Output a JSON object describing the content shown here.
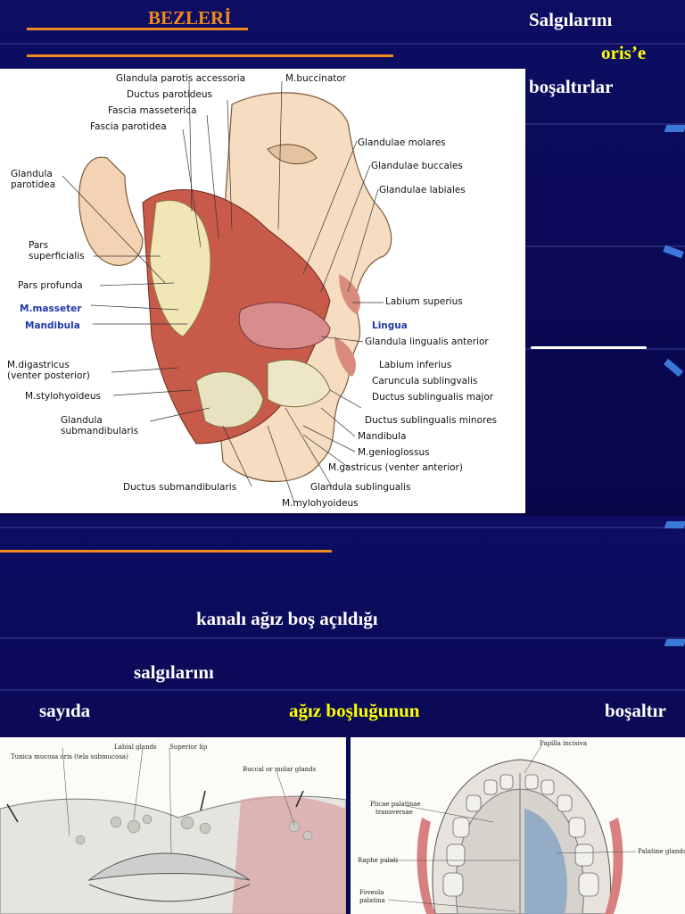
{
  "slide_top": {
    "title": "BEZLERİ",
    "right_line1": "Salgılarını",
    "right_line2": "oris’e",
    "right_line3": "boşaltırlar"
  },
  "figure_labels": {
    "parotis_accessoria": "Glandula parotis accessoria",
    "buccinator": "M.buccinator",
    "ductus_parotideus": "Ductus parotideus",
    "fascia_masseterica": "Fascia masseterica",
    "fascia_parotidea": "Fascia parotidea",
    "glandula_parotidea_1": "Glandula",
    "glandula_parotidea_2": "parotidea",
    "pars_superficialis_1": "Pars",
    "pars_superficialis_2": "superficialis",
    "pars_profunda": "Pars profunda",
    "masseter": "M.masseter",
    "mandibula_left": "Mandibula",
    "digastricus_1": "M.digastricus",
    "digastricus_2": "(venter posterior)",
    "stylohyoideus": "M.stylohyoideus",
    "submandibularis_1": "Glandula",
    "submandibularis_2": "submandibularis",
    "ductus_submandibularis": "Ductus submandibularis",
    "glandula_sublingualis": "Glandula sublingualis",
    "mylohyoideus": "M.mylohyoideus",
    "molares": "Glandulae molares",
    "buccales": "Glandulae buccales",
    "labiales": "Glandulae labiales",
    "labium_superius": "Labium superius",
    "lingua": "Lingua",
    "lingualis_anterior": "Glandula lingualis anterior",
    "labium_inferius": "Labium inferius",
    "caruncula": "Caruncula sublingvalis",
    "ductus_sub_major": "Ductus sublingualis major",
    "ductus_sub_minores": "Ductus sublingualis minores",
    "mandibula_right": "Mandibula",
    "genioglossus": "M.genioglossus",
    "gastricus": "M.gastricus (venter anterior)"
  },
  "slide_bottom": {
    "line1": "kanalı ağız boş açıldığı",
    "line2": "salgılarını",
    "line3_left": "sayıda",
    "line3_mid": "ağız boşluğunun",
    "line3_right": "boşaltır"
  },
  "photo_left_labels": {
    "tunica": "Tunica mucosa oris (tela submucosa)",
    "labial_glands": "Labial glands",
    "superior_lip": "Superior lip",
    "buccal": "Buccal or molar glands"
  },
  "photo_right_labels": {
    "papilla": "Papilla incisiva",
    "plicae_1": "Plicae palatinae",
    "plicae_2": "transversae",
    "palatine_glands": "Palatine glands",
    "raphe": "Raphe palati",
    "foveola_1": "Foveola",
    "foveola_2": "palatina"
  },
  "colors": {
    "background": "#0b0b5e",
    "accent_orange": "#f08a1c",
    "highlight_yellow": "#ffff00",
    "label_blue": "#1f3aa8"
  }
}
